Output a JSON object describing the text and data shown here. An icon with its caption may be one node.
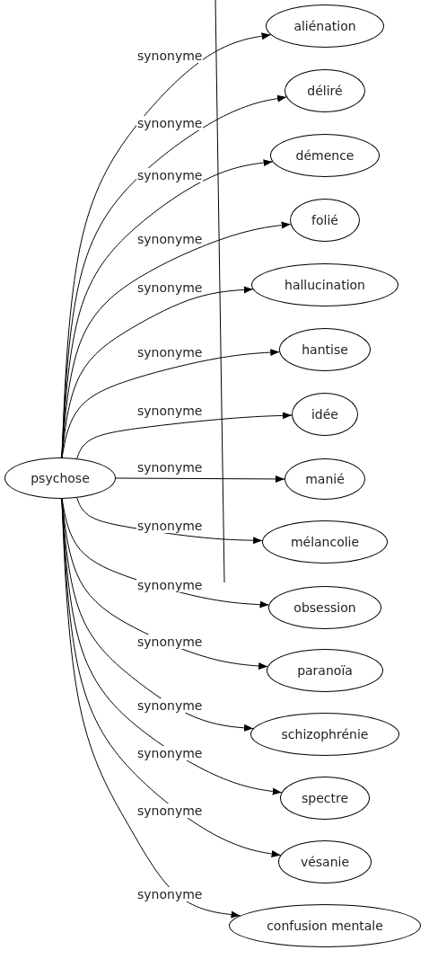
{
  "diagram": {
    "nodes": [
      {
        "text": [
          "psychose"
        ]
      },
      {
        "text": [
          "aliénation"
        ]
      },
      {
        "text": [
          "déliré"
        ]
      },
      {
        "text": [
          "démence"
        ]
      },
      {
        "text": [
          "folié"
        ]
      },
      {
        "text": [
          "hallucination"
        ]
      },
      {
        "text": [
          "hantise"
        ]
      },
      {
        "text": [
          "idée"
        ]
      },
      {
        "text": [
          "manié"
        ]
      },
      {
        "text": [
          "mélancolie"
        ]
      },
      {
        "text": [
          "obsession"
        ]
      },
      {
        "text": [
          "paranoïa"
        ]
      },
      {
        "text": [
          "schizophrénie"
        ]
      },
      {
        "text": [
          "spectre"
        ]
      },
      {
        "text": [
          "vésanie"
        ]
      },
      {
        "text": [
          "confusion mentale"
        ]
      }
    ],
    "edges": [
      {
        "from": 0,
        "to": 1,
        "arrow": "to",
        "label": "synonyme"
      },
      {
        "from": 0,
        "to": 2,
        "arrow": "to",
        "label": "synonyme"
      },
      {
        "from": 0,
        "to": 3,
        "arrow": "to",
        "label": "synonyme"
      },
      {
        "from": 0,
        "to": 4,
        "arrow": "to",
        "label": "synonyme"
      },
      {
        "from": 0,
        "to": 5,
        "arrow": "to",
        "label": "synonyme"
      },
      {
        "from": 0,
        "to": 6,
        "arrow": "to",
        "label": "synonyme"
      },
      {
        "from": 0,
        "to": 7,
        "arrow": "to",
        "label": "synonyme"
      },
      {
        "from": 0,
        "to": 8,
        "arrow": "to",
        "label": "synonyme"
      },
      {
        "from": 0,
        "to": 9,
        "arrow": "to",
        "label": "synonyme"
      },
      {
        "from": 0,
        "to": 10,
        "arrow": "to",
        "label": "synonyme"
      },
      {
        "from": 0,
        "to": 11,
        "arrow": "to",
        "label": "synonyme"
      },
      {
        "from": 0,
        "to": 12,
        "arrow": "to",
        "label": "synonyme"
      },
      {
        "from": 0,
        "to": 13,
        "arrow": "to",
        "label": "synonyme"
      },
      {
        "from": 0,
        "to": 14,
        "arrow": "to",
        "label": "synonyme"
      },
      {
        "from": 0,
        "to": 15,
        "arrow": "to",
        "label": "synonyme"
      }
    ]
  }
}
